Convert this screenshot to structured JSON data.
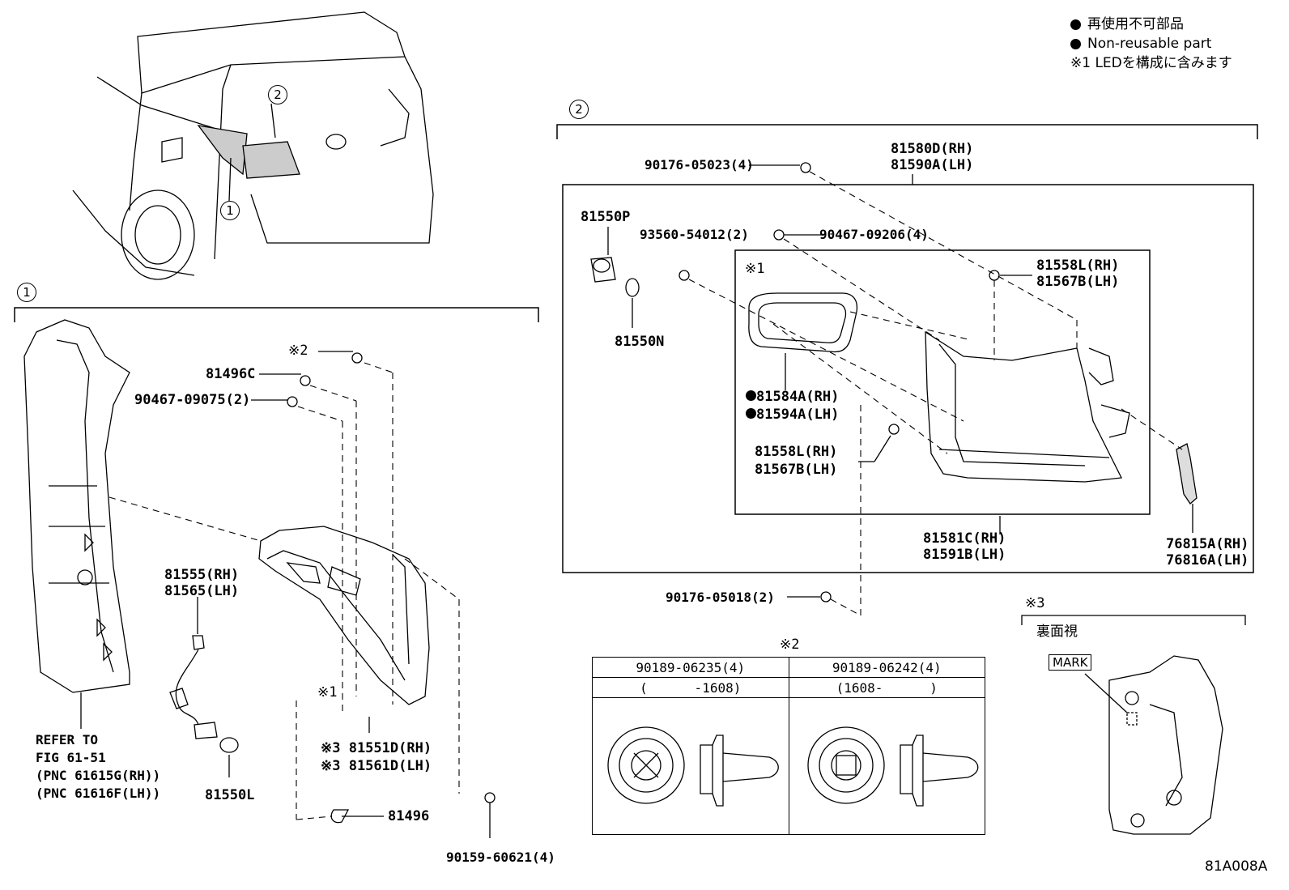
{
  "legend": {
    "line1": "再使用不可部品",
    "line2": "Non-reusable part",
    "line3": "※1 LEDを構成に含みます"
  },
  "callouts": {
    "one": "1",
    "two": "2"
  },
  "section1": {
    "parts": {
      "screw_note": "※2",
      "p81496C": "81496C",
      "p90467_09075": "90467-09075(2)",
      "p81555": "81555(RH)",
      "p81565": "81565(LH)",
      "refer1": "REFER TO",
      "refer2": "FIG 61-51",
      "refer3": "(PNC 61615G(RH))",
      "refer4": "(PNC 61616F(LH))",
      "p81550L": "81550L",
      "note1": "※1",
      "p81551D": "※3 81551D(RH)",
      "p81561D": "※3 81561D(LH)",
      "p81496": "81496",
      "p90159": "90159-60621(4)"
    }
  },
  "section2": {
    "parts": {
      "p90176_05023": "90176-05023(4)",
      "p81580D": "81580D(RH)",
      "p81590A": "81590A(LH)",
      "p81550P": "81550P",
      "p93560": "93560-54012(2)",
      "p90467_09206": "90467-09206(4)",
      "note1": "※1",
      "p81558L_a": "81558L(RH)",
      "p81567B_a": "81567B(LH)",
      "p81550N": "81550N",
      "p81584A": "81584A(RH)",
      "p81594A": "81594A(LH)",
      "p81558L_b": "81558L(RH)",
      "p81567B_b": "81567B(LH)",
      "p81581C": "81581C(RH)",
      "p81591B": "81591B(LH)",
      "p76815A": "76815A(RH)",
      "p76816A": "76816A(LH)",
      "p90176_05018": "90176-05018(2)"
    }
  },
  "clip_table": {
    "note": "※2",
    "col1_part": "90189-06235(4)",
    "col2_part": "90189-06242(4)",
    "col1_range": "(      -1608)",
    "col2_range": "(1608-      )"
  },
  "rear_view": {
    "note": "※3",
    "title": "裏面視",
    "mark": "MARK"
  },
  "figure_id": "81A008A"
}
